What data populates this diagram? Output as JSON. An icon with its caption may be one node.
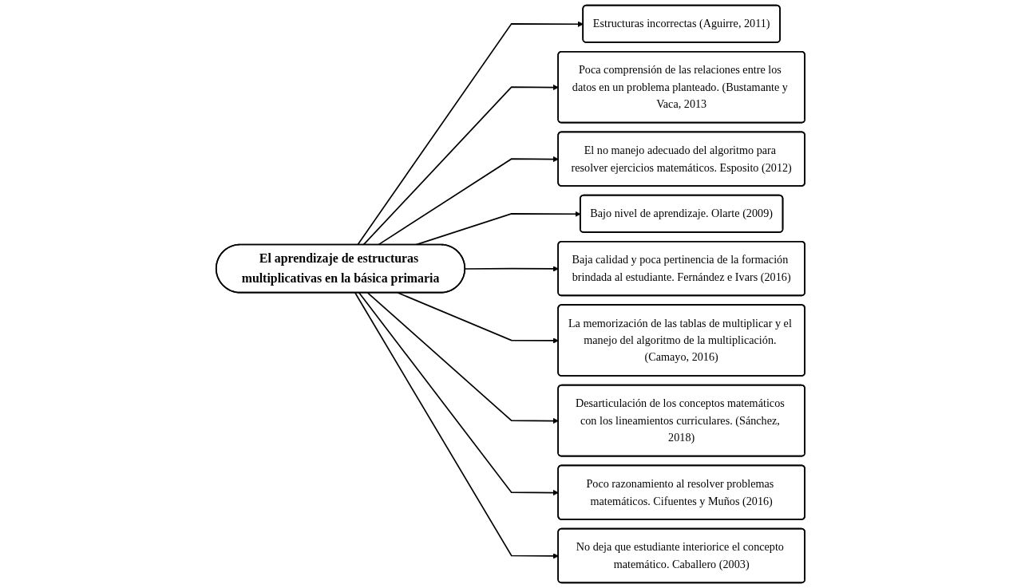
{
  "diagram": {
    "nodes": [
      {
        "text": [
          "El aprendizaje de estructuras multiplicativas en la básica primaria"
        ]
      },
      {
        "text": [
          "Estructuras incorrectas (Aguirre, 2011)"
        ]
      },
      {
        "text": [
          "Bajo nivel de aprendizaje. Olarte (2009)"
        ]
      },
      {
        "text": [
          "Poca comprensión de las relaciones entre los datos en un problema planteado. (Bustamante y Vaca, 2013"
        ]
      },
      {
        "text": [
          "El no manejo adecuado del algoritmo para resolver ejercicios matemáticos. Esposito (2012)"
        ]
      },
      {
        "text": [
          "Baja calidad y poca pertinencia de la formación brindada al estudiante. Fernández e Ivars (2016)"
        ]
      },
      {
        "text": [
          "No deja que estudiante interiorice el concepto matemático. Caballero (2003)"
        ]
      },
      {
        "text": [
          "La memorización de las tablas de multiplicar y el manejo del algoritmo de la multiplicación. (Camayo, 2016)"
        ]
      },
      {
        "text": [
          "Desarticulación de los conceptos matemáticos con los lineamientos curriculares. (Sánchez, 2018)"
        ]
      },
      {
        "text": [
          "Poco razonamiento al resolver problemas matemáticos. Cifuentes y Muños (2016)"
        ]
      }
    ],
    "edges": [
      {
        "from": 0,
        "to": 1,
        "arrow": "to"
      },
      {
        "from": 0,
        "to": 3,
        "arrow": "to"
      },
      {
        "from": 0,
        "to": 4,
        "arrow": "to"
      },
      {
        "from": 0,
        "to": 2,
        "arrow": "to"
      },
      {
        "from": 0,
        "to": 5,
        "arrow": "to"
      },
      {
        "from": 0,
        "to": 7,
        "arrow": "to"
      },
      {
        "from": 0,
        "to": 8,
        "arrow": "to"
      },
      {
        "from": 0,
        "to": 9,
        "arrow": "to"
      },
      {
        "from": 0,
        "to": 6,
        "arrow": "to"
      }
    ]
  }
}
